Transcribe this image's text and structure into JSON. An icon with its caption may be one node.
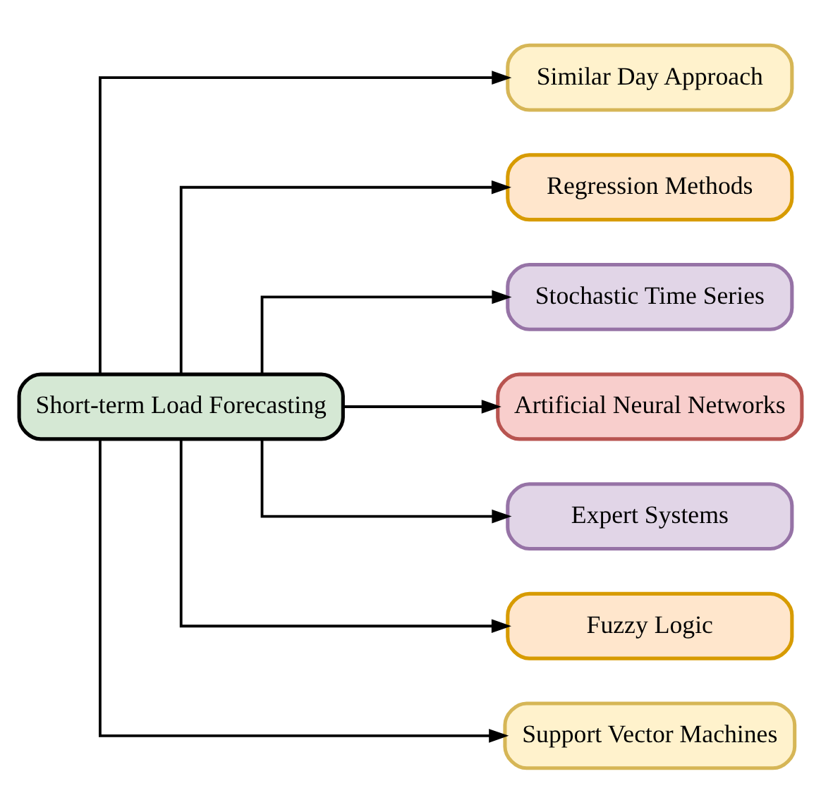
{
  "diagram": {
    "nodes": [
      {
        "text": [
          "Short-term Load Forecasting"
        ]
      },
      {
        "text": [
          "Similar Day Approach"
        ]
      },
      {
        "text": [
          "Regression Methods"
        ]
      },
      {
        "text": [
          "Stochastic Time Series"
        ]
      },
      {
        "text": [
          "Artificial Neural Networks"
        ]
      },
      {
        "text": [
          "Expert Systems"
        ]
      },
      {
        "text": [
          "Fuzzy Logic"
        ]
      },
      {
        "text": [
          "Support Vector Machines"
        ]
      }
    ],
    "edges": [
      {
        "from": 0,
        "to": 1,
        "arrow": "to"
      },
      {
        "from": 0,
        "to": 2,
        "arrow": "to"
      },
      {
        "from": 0,
        "to": 3,
        "arrow": "to"
      },
      {
        "from": 0,
        "to": 4,
        "arrow": "to"
      },
      {
        "from": 0,
        "to": 5,
        "arrow": "to"
      },
      {
        "from": 0,
        "to": 6,
        "arrow": "to"
      },
      {
        "from": 0,
        "to": 7,
        "arrow": "to"
      }
    ]
  }
}
